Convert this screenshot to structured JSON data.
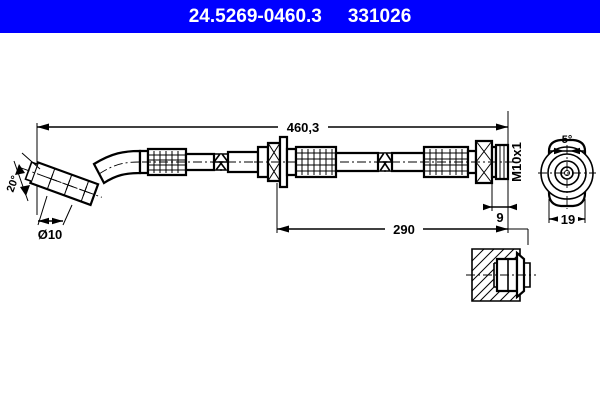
{
  "header": {
    "part_number": "24.5269-0460.3",
    "reference_number": "331026",
    "background_color": "#0000ff",
    "text_color": "#ffffff"
  },
  "drawing": {
    "type": "brake-hose-technical-drawing",
    "line_color": "#000000",
    "background_color": "#ffffff",
    "dimensions": {
      "overall_length": "460,3",
      "mid_length": "290",
      "banjo_diameter": "Ø10",
      "banjo_angle": "20°",
      "thread_spec": "M10x1",
      "thread_length": "9",
      "end_angle": "5°",
      "end_width": "19"
    }
  }
}
